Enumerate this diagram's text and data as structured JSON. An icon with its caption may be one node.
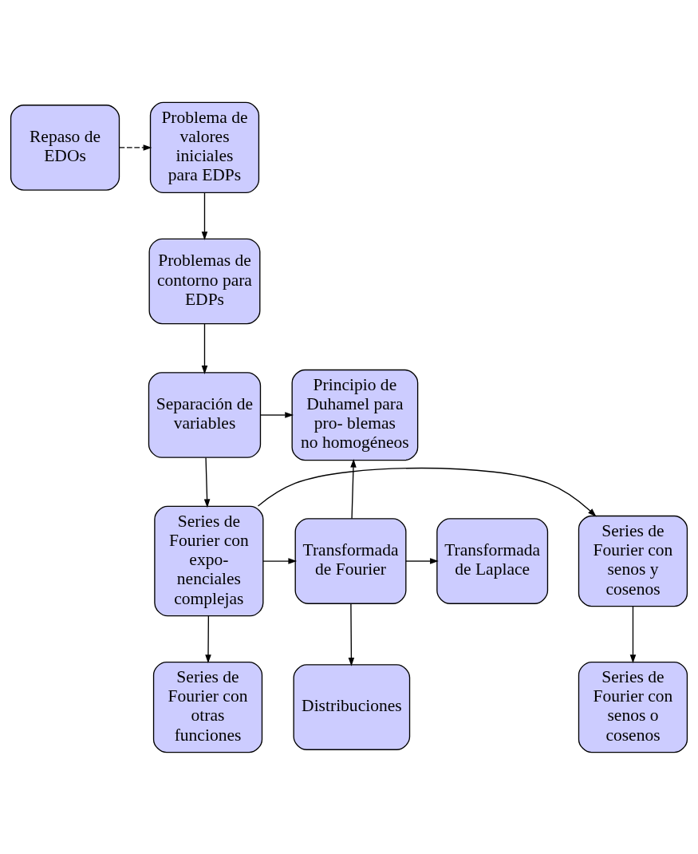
{
  "diagram": {
    "nodes": [
      {
        "text": [
          "Repaso de EDOs"
        ]
      },
      {
        "text": [
          "Problema de valores iniciales para EDPs"
        ]
      },
      {
        "text": [
          "Problemas de contorno para EDPs"
        ]
      },
      {
        "text": [
          "Separación de variables"
        ]
      },
      {
        "text": [
          "Principio de Duhamel para pro- blemas no homogéneos"
        ]
      },
      {
        "text": [
          "Series de Fourier con senos y cosenos"
        ]
      },
      {
        "text": [
          "Series de Fourier con expo- nenciales complejas"
        ]
      },
      {
        "text": [
          "Transformada de Fourier"
        ]
      },
      {
        "text": [
          "Transformada de Laplace"
        ]
      },
      {
        "text": [
          "Series de Fourier con senos o cosenos"
        ]
      },
      {
        "text": [
          "Series de Fourier con otras funciones"
        ]
      },
      {
        "text": [
          "Distribuciones"
        ]
      }
    ],
    "edges": [
      {
        "from": 0,
        "to": 1,
        "arrow": "to",
        "style": "dashed"
      },
      {
        "from": 1,
        "to": 2,
        "arrow": "to"
      },
      {
        "from": 2,
        "to": 3,
        "arrow": "to"
      },
      {
        "from": 3,
        "to": 4,
        "arrow": "to"
      },
      {
        "from": 3,
        "to": 6,
        "arrow": "to"
      },
      {
        "from": 6,
        "to": 5,
        "arrow": "to"
      },
      {
        "from": 6,
        "to": 7,
        "arrow": "to"
      },
      {
        "from": 7,
        "to": 8,
        "arrow": "to"
      },
      {
        "from": 7,
        "to": 4,
        "arrow": "to"
      },
      {
        "from": 5,
        "to": 9,
        "arrow": "to"
      },
      {
        "from": 6,
        "to": 10,
        "arrow": "to"
      },
      {
        "from": 7,
        "to": 11,
        "arrow": "to"
      }
    ]
  }
}
